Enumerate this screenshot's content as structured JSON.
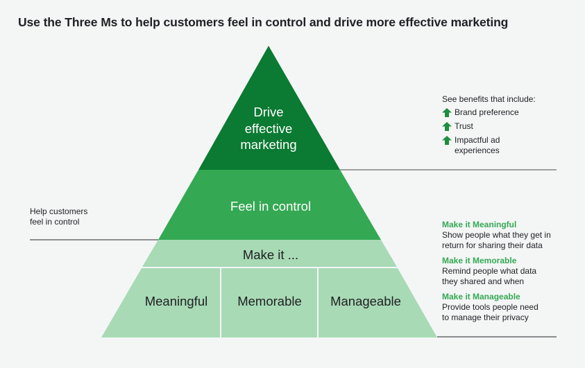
{
  "title": "Use the Three Ms to help customers feel in control and drive more effective marketing",
  "colors": {
    "top_tier": "#0b7a32",
    "middle_tier": "#34a853",
    "bottom_tier": "#a8dab5",
    "accent_text": "#34a853",
    "divider": "#202124"
  },
  "pyramid": {
    "top": {
      "lines": [
        "Drive",
        "effective",
        "marketing"
      ]
    },
    "middle": {
      "label": "Feel in control"
    },
    "make_it": {
      "label": "Make it ..."
    },
    "columns": [
      "Meaningful",
      "Memorable",
      "Manageable"
    ]
  },
  "left_note": {
    "lines": [
      "Help customers",
      "feel in control"
    ]
  },
  "benefits": {
    "heading": "See benefits that include:",
    "icon": "arrow-up-icon",
    "items": [
      {
        "lines": [
          "Brand preference"
        ]
      },
      {
        "lines": [
          "Trust"
        ]
      },
      {
        "lines": [
          "Impactful ad",
          "experiences"
        ]
      }
    ]
  },
  "three_ms": [
    {
      "heading": "Make it Meaningful",
      "lines": [
        "Show people what they get in",
        "return for sharing their data"
      ]
    },
    {
      "heading": "Make it Memorable",
      "lines": [
        "Remind people what data",
        "they shared and when"
      ]
    },
    {
      "heading": "Make it Manageable",
      "lines": [
        "Provide tools people need",
        "to manage their privacy"
      ]
    }
  ]
}
